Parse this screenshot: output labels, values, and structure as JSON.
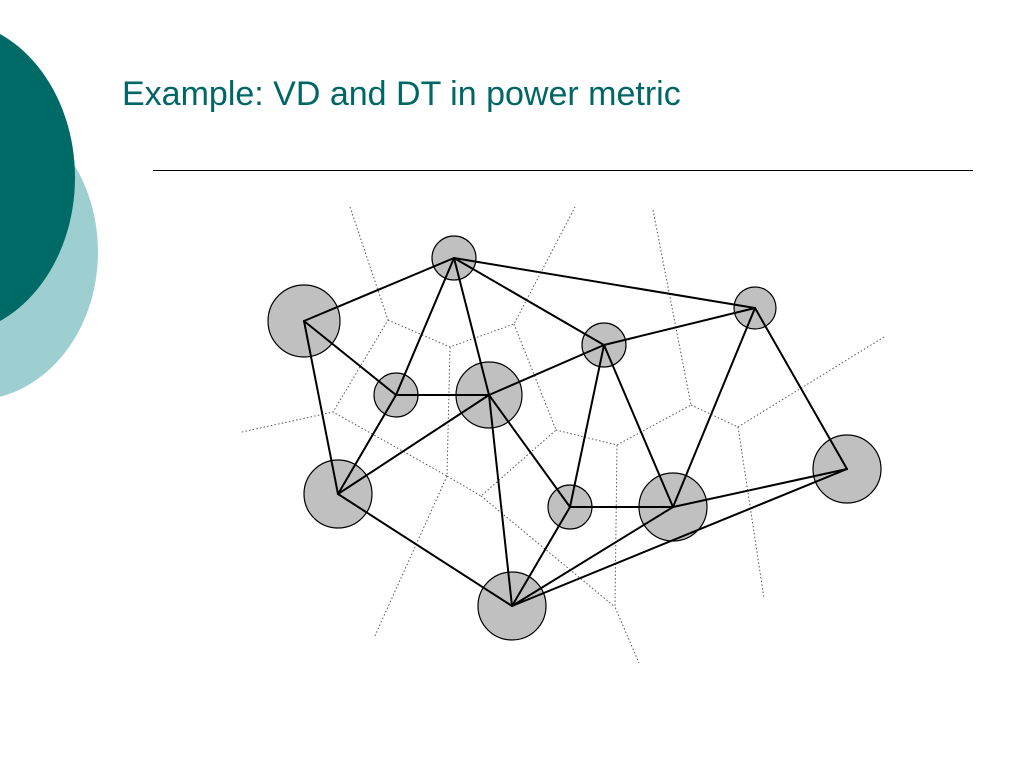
{
  "slide": {
    "title": "Example: VD and DT in power metric"
  },
  "theme": {
    "title_color": "#006666",
    "deco_dark": "#006A66",
    "deco_light": "#9ECFD0",
    "site_fill": "#C0C0C0",
    "site_stroke": "#000000",
    "delaunay_edge": "#000000",
    "voronoi_edge": "#555555"
  },
  "diagram": {
    "sites": [
      {
        "id": "s1",
        "weight": 22
      },
      {
        "id": "s2",
        "weight": 36
      },
      {
        "id": "s3",
        "weight": 21
      },
      {
        "id": "s4",
        "weight": 22
      },
      {
        "id": "s5",
        "weight": 33
      },
      {
        "id": "s6",
        "weight": 22
      },
      {
        "id": "s7",
        "weight": 34
      },
      {
        "id": "s8",
        "weight": 22
      },
      {
        "id": "s9",
        "weight": 34
      },
      {
        "id": "s10",
        "weight": 34
      },
      {
        "id": "s11",
        "weight": 34
      }
    ]
  }
}
